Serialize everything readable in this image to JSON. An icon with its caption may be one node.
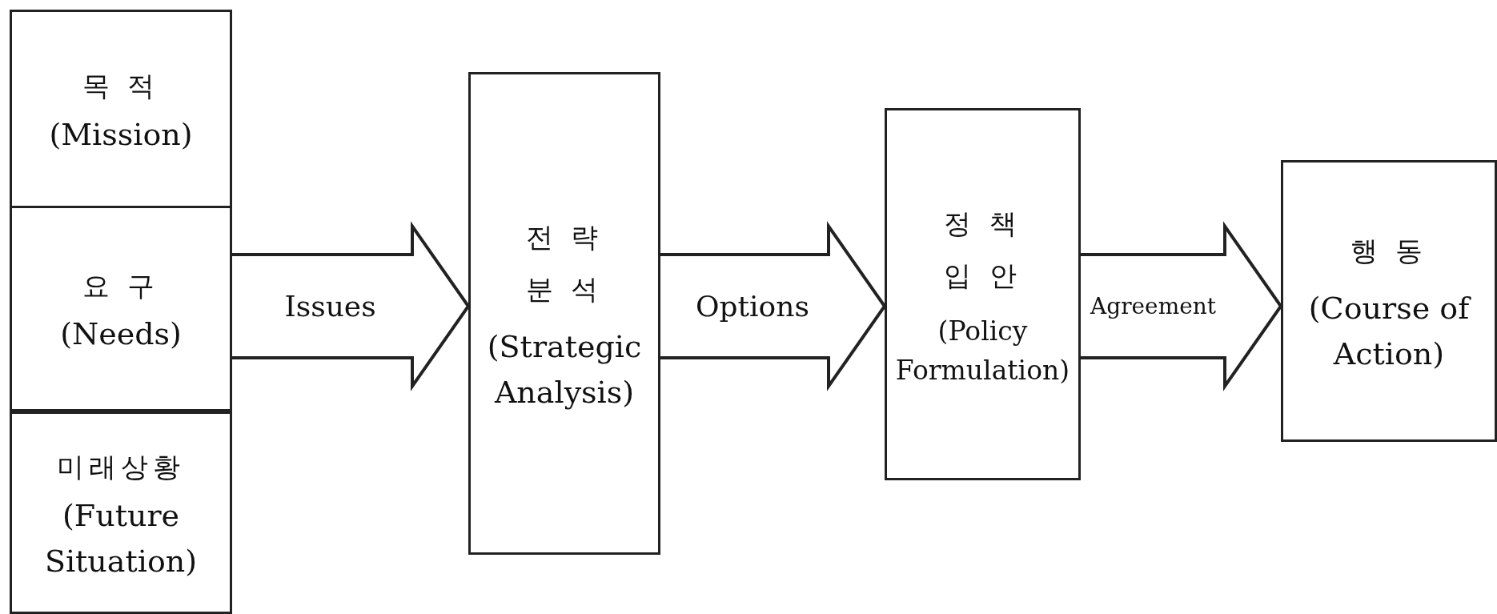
{
  "diagram": {
    "nodes": [
      {
        "text": [
          "목 적",
          "(Mission)"
        ]
      },
      {
        "text": [
          "요 구",
          "(Needs)"
        ]
      },
      {
        "text": [
          "미래상황",
          "(Future Situation)"
        ]
      },
      {
        "text": [
          "전 략 분 석",
          "(Strategic Analysis)"
        ]
      },
      {
        "text": [
          "정 책 입 안",
          "(Policy Formulation)"
        ]
      },
      {
        "text": [
          "행 동",
          "(Course of Action)"
        ]
      }
    ],
    "edges": [
      {
        "from": 1,
        "to": 3,
        "arrow": "to",
        "label": "Issues"
      },
      {
        "from": 3,
        "to": 4,
        "arrow": "to",
        "label": "Options"
      },
      {
        "from": 4,
        "to": 5,
        "arrow": "to",
        "label": "Agreement"
      }
    ]
  }
}
